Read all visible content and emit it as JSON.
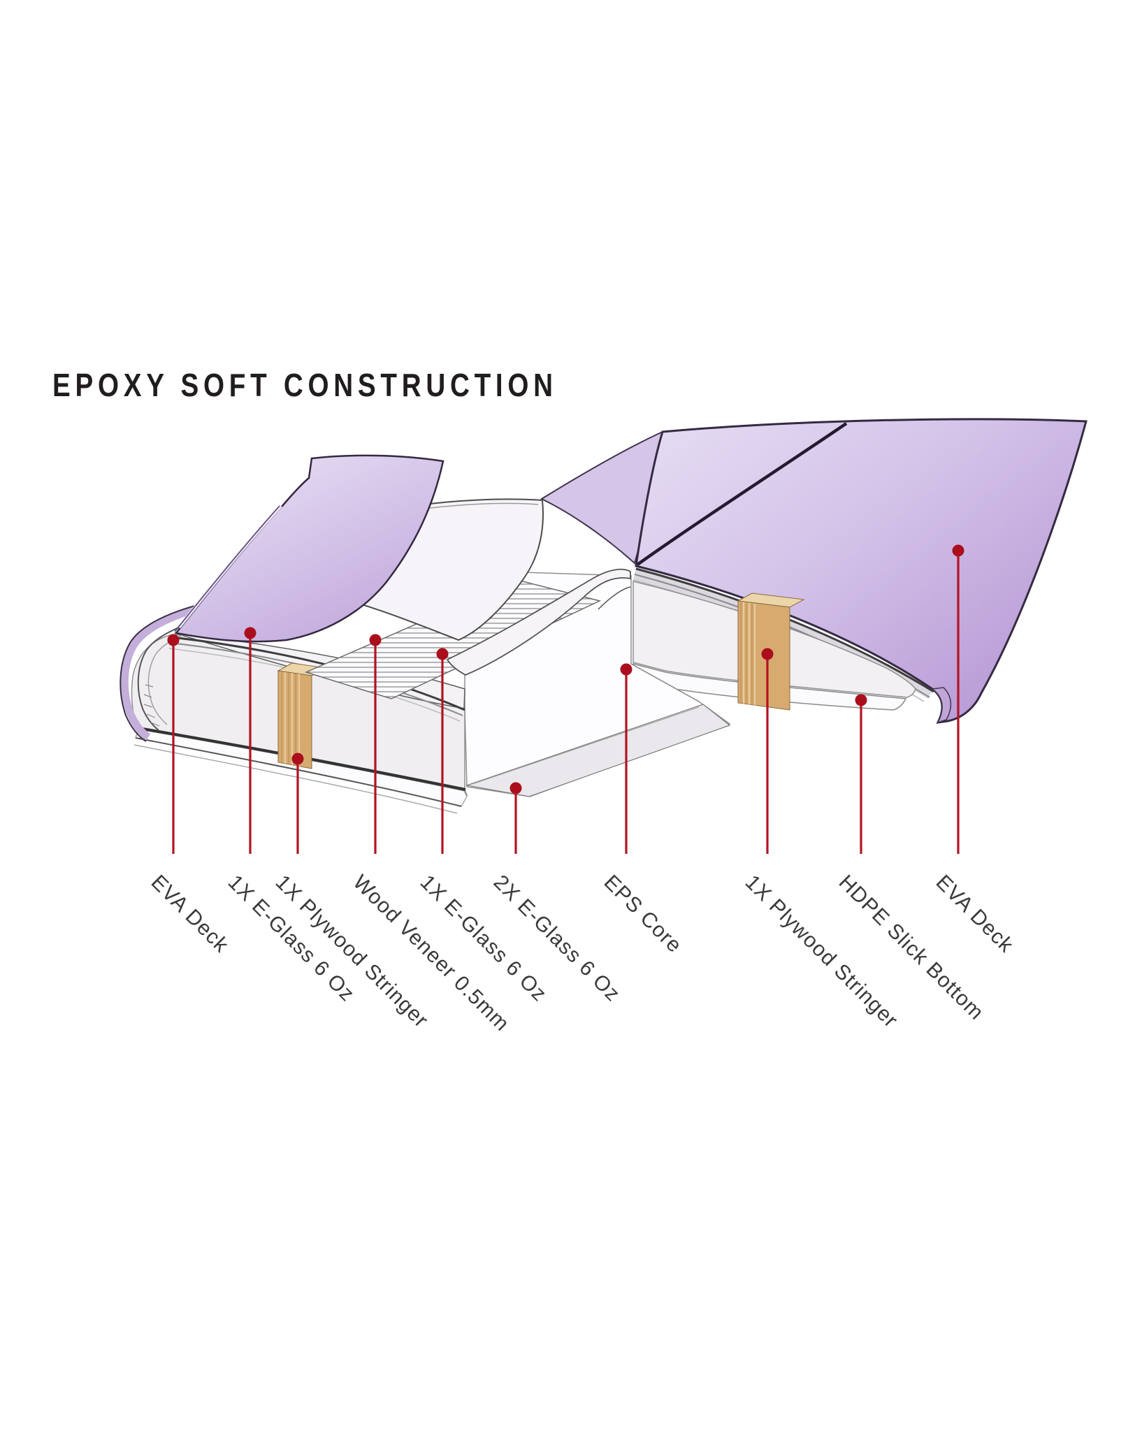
{
  "title": "EPOXY SOFT CONSTRUCTION",
  "callouts": [
    {
      "id": "eva-deck-left",
      "label": "EVA Deck"
    },
    {
      "id": "eglass-top",
      "label": "1X E-Glass 6 Oz"
    },
    {
      "id": "plywood-stringer-left",
      "label": "1X Plywood Stringer"
    },
    {
      "id": "wood-veneer",
      "label": "Wood Veneer 0.5mm"
    },
    {
      "id": "eglass-mid",
      "label": "1X E-Glass 6 Oz"
    },
    {
      "id": "eglass-bottom",
      "label": "2X E-Glass 6 Oz"
    },
    {
      "id": "eps-core",
      "label": "EPS Core"
    },
    {
      "id": "plywood-stringer-right",
      "label": "1X Plywood Stringer"
    },
    {
      "id": "hdpe-slick-bottom",
      "label": "HDPE Slick Bottom"
    },
    {
      "id": "eva-deck-right",
      "label": "EVA Deck"
    }
  ],
  "colors": {
    "callout_red": "#b31322",
    "deck_purple_light": "#e3daf1",
    "deck_purple_mid": "#cbb6e2",
    "deck_purple_deep": "#b89cd6",
    "foam_white": "#f2f0f3",
    "core_white": "#fdfcfe",
    "wood_tan": "#d7ab70",
    "wood_ply_light": "#ecd5a8",
    "outline_dark": "#352a42",
    "title_ink": "#211d1e",
    "label_grey": "#3a3a3a"
  }
}
